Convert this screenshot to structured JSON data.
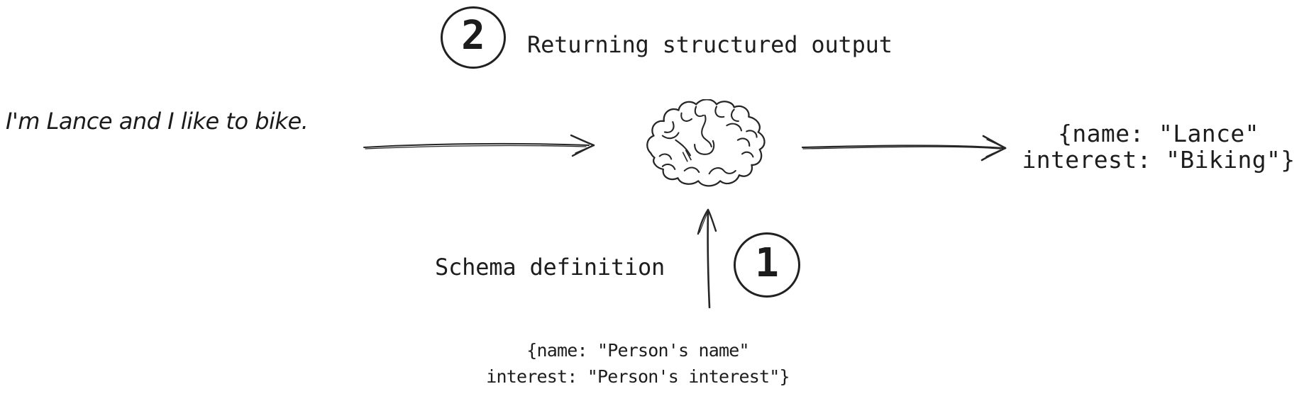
{
  "canvas": {
    "background": "#ffffff",
    "ink": "#1f1f1f"
  },
  "header": {
    "badge_number": "2",
    "title": "Returning structured output"
  },
  "flow": {
    "input": {
      "text": "I'm Lance and I like to bike."
    },
    "model": {
      "icon": "brain-icon"
    },
    "output": {
      "line1": "{name: \"Lance\"",
      "line2": "interest: \"Biking\"}"
    }
  },
  "schema_step": {
    "badge_number": "1",
    "label": "Schema definition",
    "schema": {
      "line1": "{name: \"Person's name\"",
      "line2": "interest: \"Person's interest\"}"
    }
  }
}
